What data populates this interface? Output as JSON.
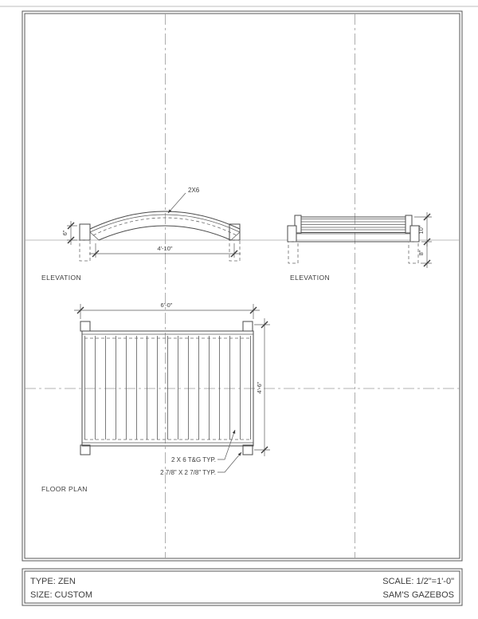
{
  "colors": {
    "line": "#4a4a4a",
    "centerline": "#9b9b9b",
    "text": "#3c3c3c",
    "background": "#ffffff"
  },
  "side_elevation": {
    "label": "ELEVATION",
    "beam_note": "2X6",
    "span_dim": "4'-10\"",
    "height_dim": "6\""
  },
  "end_elevation": {
    "label": "ELEVATION",
    "deck_height_dim": "10\"",
    "footing_depth_dim": "8\""
  },
  "floor_plan": {
    "label": "FLOOR PLAN",
    "length_dim": "6'-0\"",
    "width_dim": "4'-6\"",
    "decking_note": "2 X 6  T&G TYP.",
    "post_note": "2 7/8\" X 2 7/8\" TYP."
  },
  "title_block": {
    "type": "TYPE: ZEN",
    "size": "SIZE: CUSTOM",
    "scale": "SCALE: 1/2\"=1'-0\"",
    "company": "SAM'S GAZEBOS"
  }
}
